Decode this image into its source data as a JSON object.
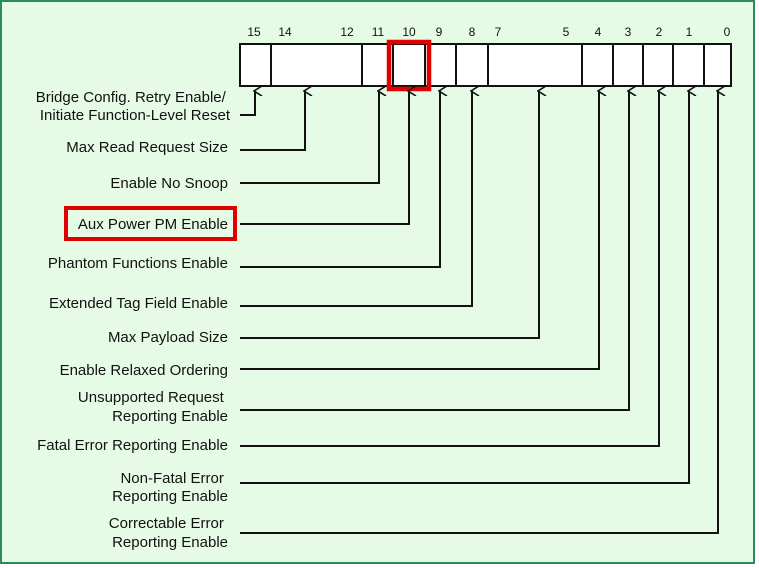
{
  "bit_numbers": [
    "15",
    "14",
    "12",
    "11",
    "10",
    "9",
    "8",
    "7",
    "5",
    "4",
    "3",
    "2",
    "1",
    "0"
  ],
  "highlight_color": "#e00000",
  "frame_color": "#2e8b57",
  "background_color": "#e6fbe6",
  "fields": [
    {
      "lines": [
        "Bridge Config. Retry Enable/",
        "Initiate Function-Level Reset"
      ],
      "bits": "15"
    },
    {
      "lines": [
        "Max Read Request Size"
      ],
      "bits": "14:12"
    },
    {
      "lines": [
        "Enable No Snoop"
      ],
      "bits": "11"
    },
    {
      "lines": [
        "Aux Power PM Enable"
      ],
      "bits": "10",
      "highlighted": true
    },
    {
      "lines": [
        "Phantom Functions Enable"
      ],
      "bits": "9"
    },
    {
      "lines": [
        "Extended Tag Field Enable"
      ],
      "bits": "8"
    },
    {
      "lines": [
        "Max Payload Size"
      ],
      "bits": "7:5"
    },
    {
      "lines": [
        "Enable Relaxed Ordering"
      ],
      "bits": "4"
    },
    {
      "lines": [
        "Unsupported Request",
        "Reporting Enable"
      ],
      "bits": "3"
    },
    {
      "lines": [
        "Fatal Error Reporting Enable"
      ],
      "bits": "2"
    },
    {
      "lines": [
        "Non-Fatal Error",
        "Reporting Enable"
      ],
      "bits": "1"
    },
    {
      "lines": [
        "Correctable Error",
        "Reporting Enable"
      ],
      "bits": "0"
    }
  ]
}
